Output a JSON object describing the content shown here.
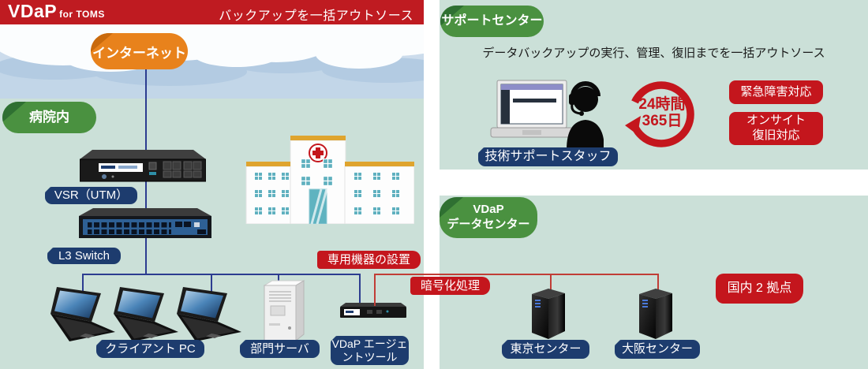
{
  "banner": {
    "logo": "VDaP",
    "logo_suffix": "for TOMS",
    "tagline": "バックアップを一括アウトソース"
  },
  "hospital_section": {
    "internet_badge": "インターネット",
    "area_badge": "病院内",
    "vsr_label": "VSR（UTM）",
    "l3_switch_label": "L3 Switch",
    "client_pc_label": "クライアント PC",
    "dept_server_label": "部門サーバ",
    "agent_label_line1": "VDaP エージェ",
    "agent_label_line2": "ントツール"
  },
  "callouts": {
    "dedicated_equipment": "専用機器の設置",
    "encryption": "暗号化処理"
  },
  "support_center": {
    "title": "サポートセンター",
    "description": "データバックアップの実行、管理、復旧までを一括アウトソース",
    "staff_label": "技術サポートスタッフ",
    "availability_line1": "24時間",
    "availability_line2": "365日",
    "badge_emergency": "緊急障害対応",
    "badge_onsite_line1": "オンサイト",
    "badge_onsite_line2": "復旧対応"
  },
  "datacenter": {
    "title_line1": "VDaP",
    "title_line2": "データセンター",
    "tokyo_label": "東京センター",
    "osaka_label": "大阪センター",
    "locations_badge": "国内 2 拠点"
  },
  "colors": {
    "banner_red": "#bf1b21",
    "accent_red": "#c4161d",
    "badge_green": "#4a9140",
    "badge_orange": "#e8821c",
    "label_navy": "#1d3c6e",
    "panel_teal": "#cbe0d8",
    "sky_blue": "#ccdcec",
    "line_blue": "#2c3c90",
    "line_red": "#c13d36"
  }
}
